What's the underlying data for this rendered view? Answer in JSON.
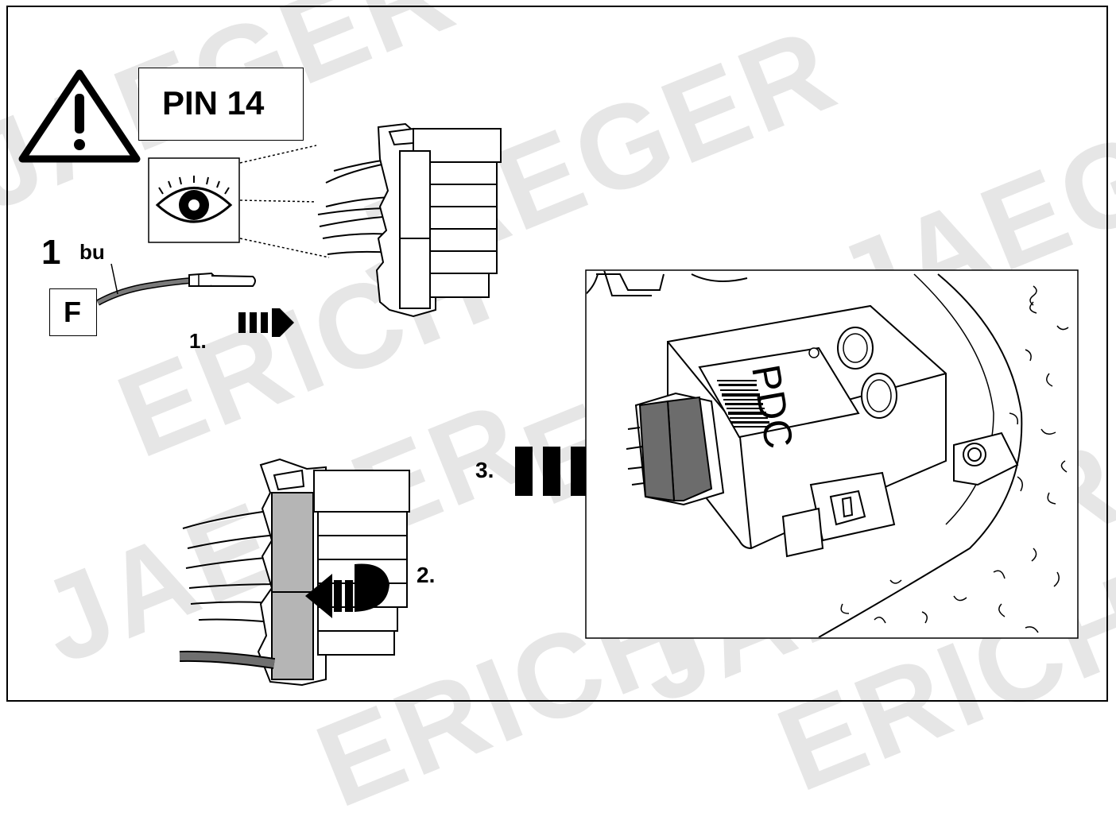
{
  "watermark": {
    "text_a": "ERICH",
    "text_b": "JAEGER"
  },
  "pin_label": "PIN 14",
  "wire": {
    "number": "1",
    "color_code": "bu",
    "connector_letter": "F"
  },
  "steps": {
    "step1": "1.",
    "step2": "2.",
    "step3": "3."
  },
  "module": {
    "label": "PDC"
  },
  "icons": [
    "warning-icon",
    "eye-icon",
    "arrow-right-icon",
    "rotate-arrow-icon",
    "hyundai-logo",
    "kia-logo",
    "barcode"
  ],
  "colors": {
    "line": "#000000",
    "housing_highlight": "#b5b5b5",
    "wire_gray": "#7a7a7a",
    "watermark": "#e6e6e6"
  }
}
